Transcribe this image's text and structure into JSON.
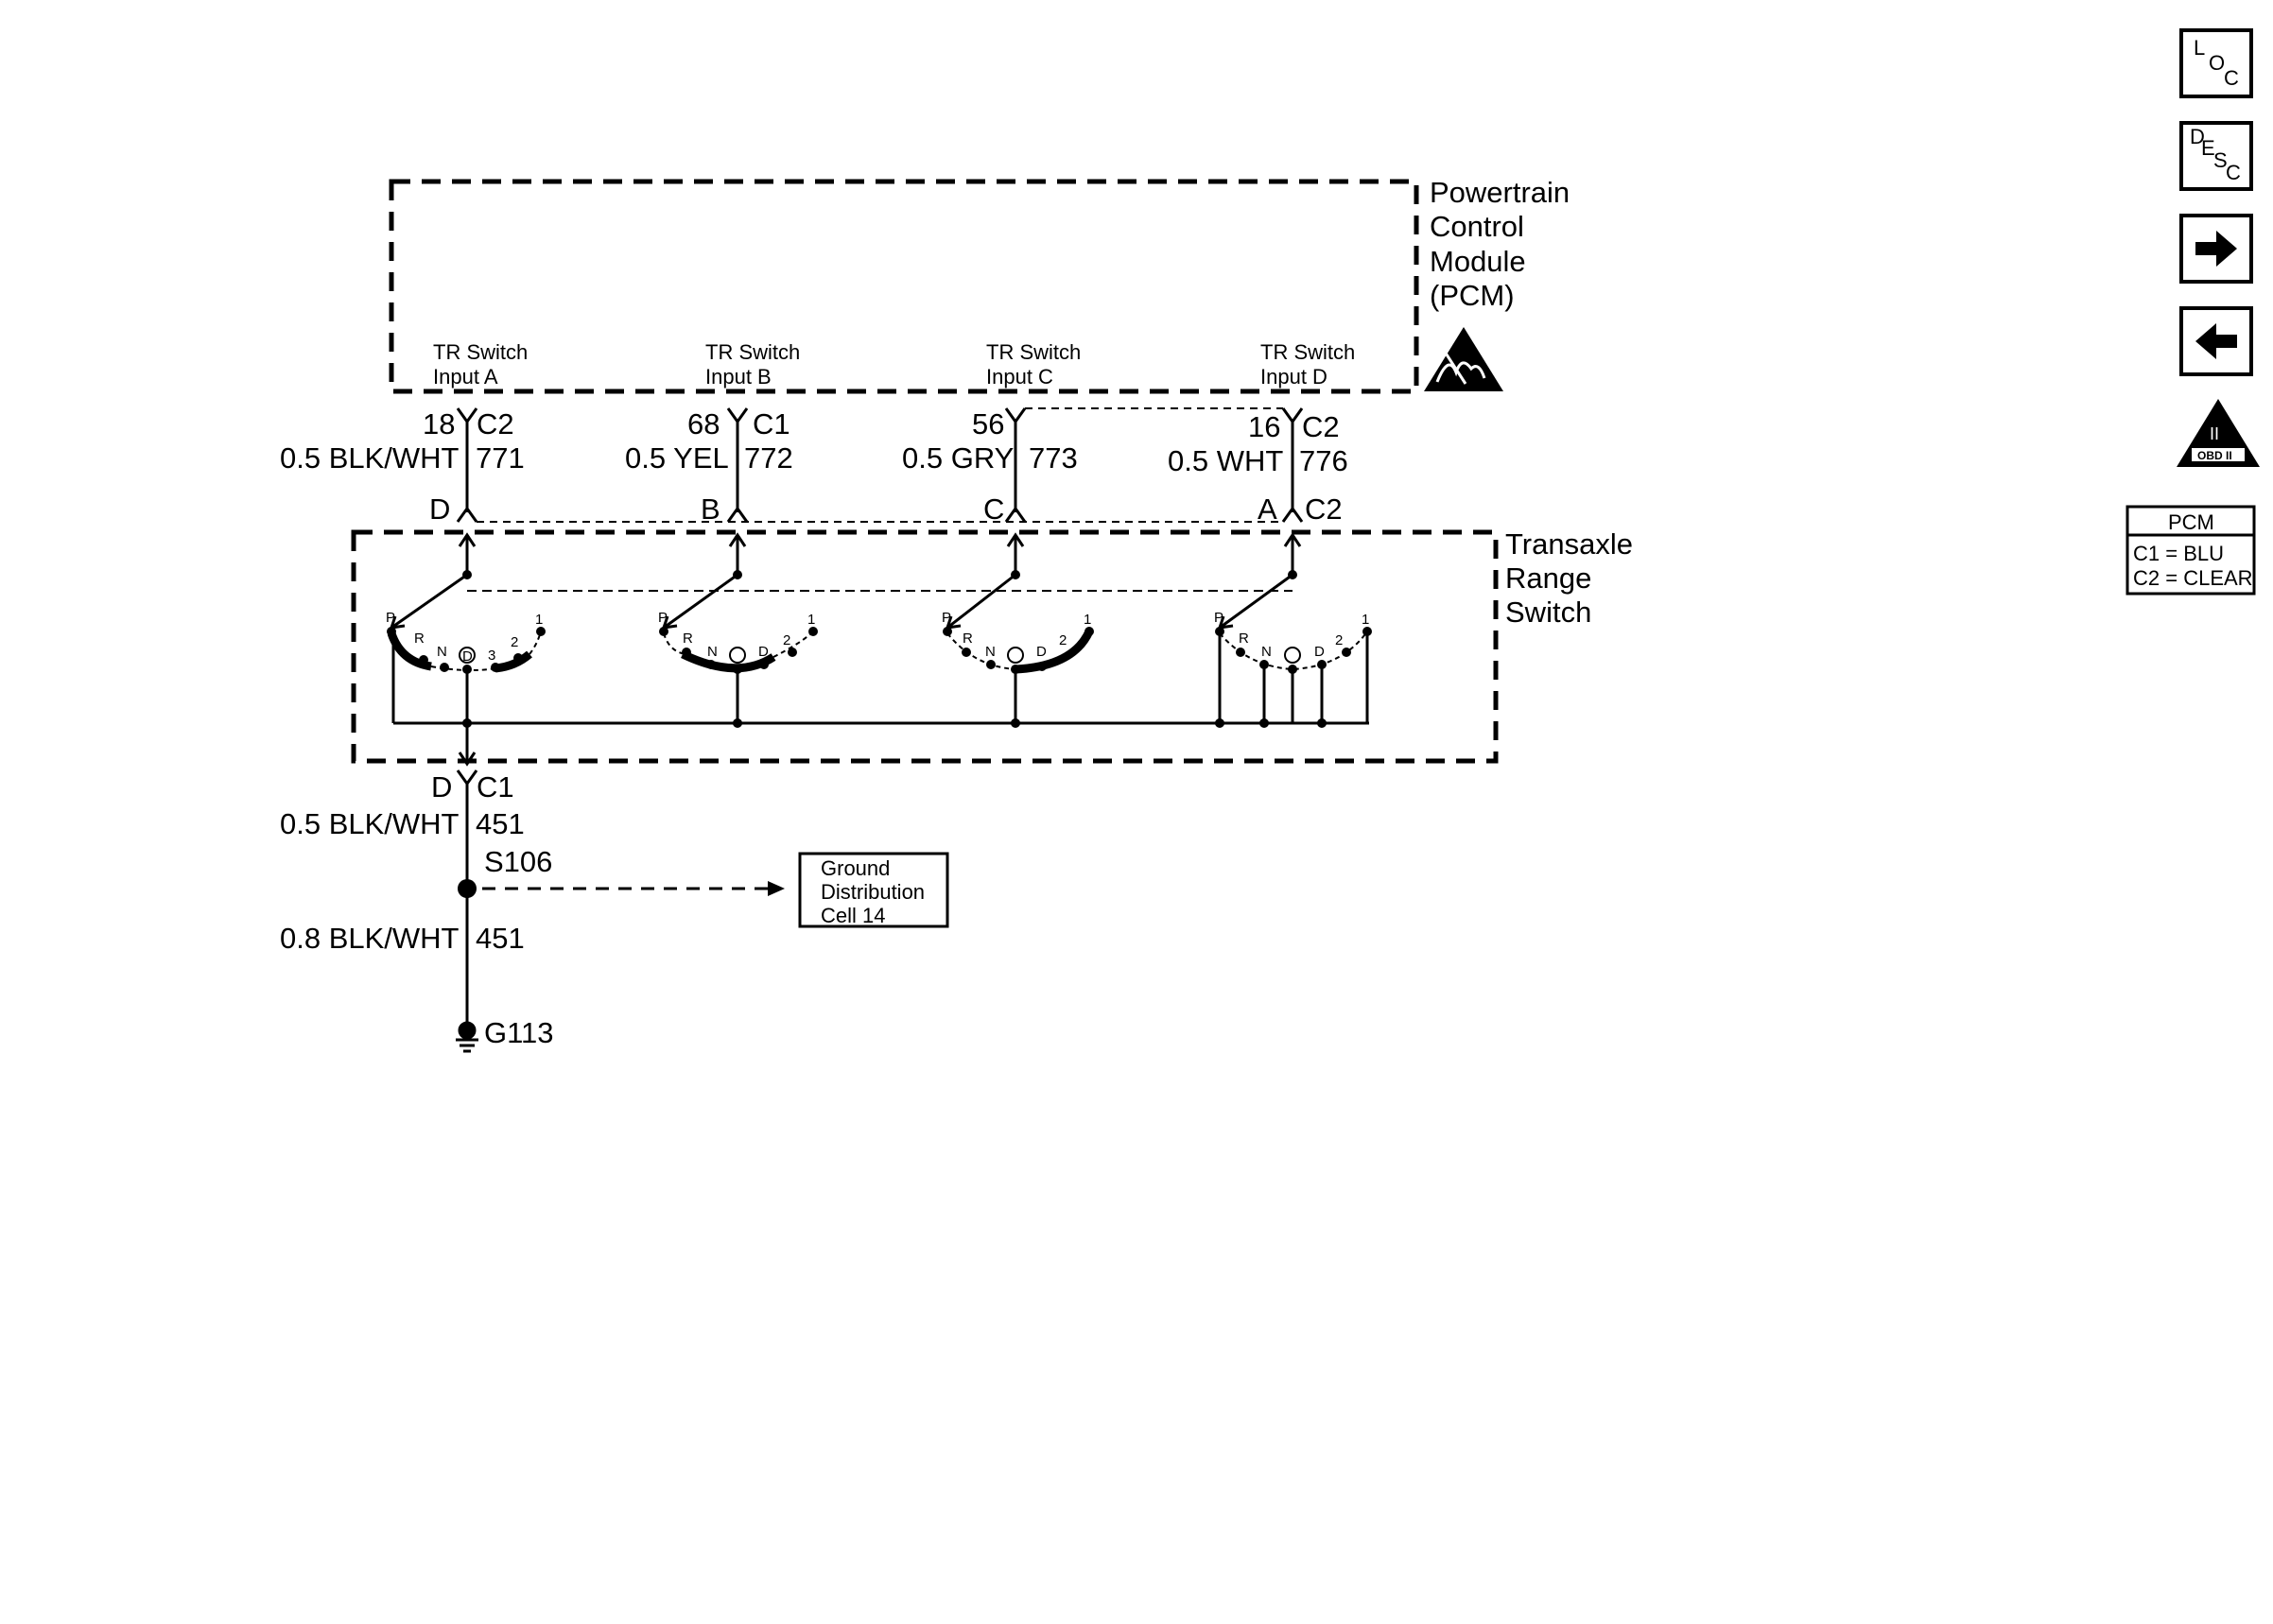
{
  "pcm": {
    "title_lines": [
      "Powertrain",
      "Control",
      "Module",
      "(PCM)"
    ],
    "inputs": [
      {
        "name": "TR Switch",
        "sub": "Input A"
      },
      {
        "name": "TR Switch",
        "sub": "Input B"
      },
      {
        "name": "TR Switch",
        "sub": "Input C"
      },
      {
        "name": "TR Switch",
        "sub": "Input D"
      }
    ]
  },
  "circuits": [
    {
      "pin": "18",
      "connector": "C2",
      "wire": "0.5 BLK/WHT",
      "circuit": "771",
      "trs_pin": "D",
      "trs_conn": ""
    },
    {
      "pin": "68",
      "connector": "C1",
      "wire": "0.5 YEL",
      "circuit": "772",
      "trs_pin": "B",
      "trs_conn": ""
    },
    {
      "pin": "56",
      "connector": "",
      "wire": "0.5 GRY",
      "circuit": "773",
      "trs_pin": "C",
      "trs_conn": ""
    },
    {
      "pin": "16",
      "connector": "C2",
      "wire": "0.5 WHT",
      "circuit": "776",
      "trs_pin": "A",
      "trs_conn": "C2"
    }
  ],
  "trs": {
    "title_lines": [
      "Transaxle",
      "Range",
      "Switch"
    ],
    "positions": {
      "s1": [
        "P",
        "R",
        "N",
        "D",
        "3",
        "2",
        "1"
      ],
      "s2": [
        "P",
        "R",
        "N",
        "D",
        "2",
        "1"
      ],
      "s3": [
        "P",
        "R",
        "N",
        "D",
        "2",
        "1"
      ],
      "s4": [
        "P",
        "R",
        "N",
        "D",
        "2",
        "1"
      ]
    }
  },
  "ground": {
    "pin": "D",
    "connector": "C1",
    "wire1": "0.5 BLK/WHT",
    "circuit1": "451",
    "splice": "S106",
    "wire2": "0.8 BLK/WHT",
    "circuit2": "451",
    "ground_id": "G113",
    "dist_lines": [
      "Ground",
      "Distribution",
      "Cell 14"
    ]
  },
  "nav": {
    "loc": [
      "L",
      "O",
      "C"
    ],
    "desc": [
      "D",
      "E",
      "S",
      "C"
    ],
    "obd": "OBD II",
    "obd_roman": "II"
  },
  "legend": {
    "title": "PCM",
    "rows": [
      "C1 = BLU",
      "C2 = CLEAR"
    ]
  }
}
